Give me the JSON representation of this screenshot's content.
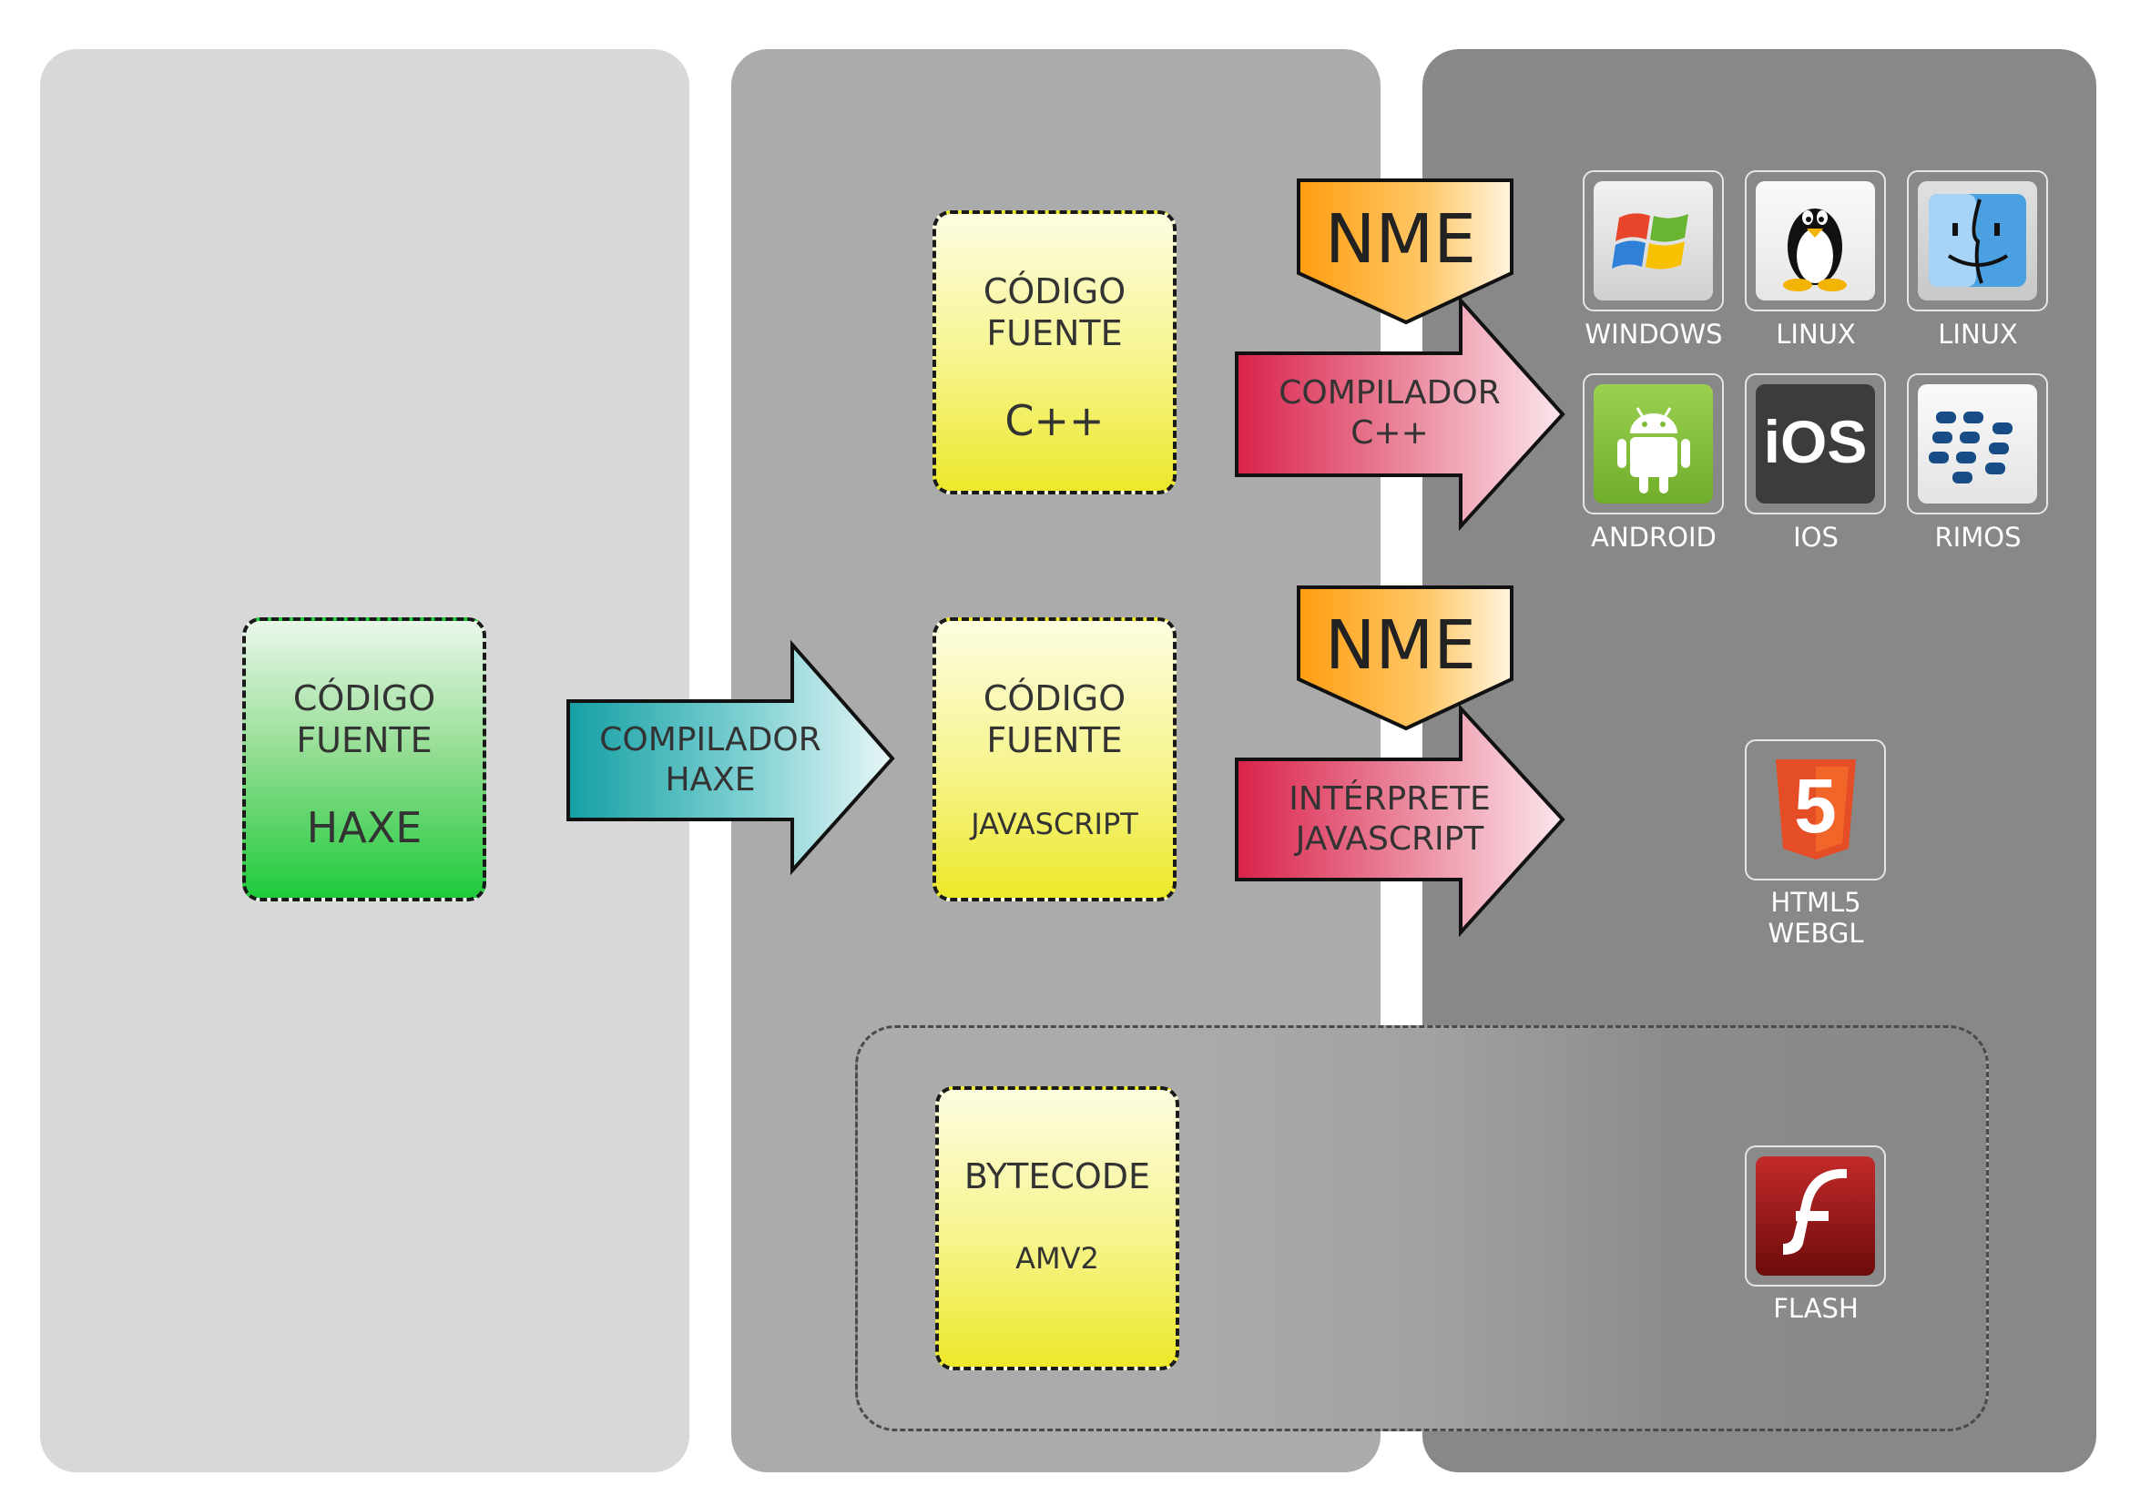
{
  "haxe_box": {
    "line1": "CÓDIGO",
    "line2": "FUENTE",
    "lang": "HAXE"
  },
  "compilador_haxe": {
    "line1": "COMPILADOR",
    "line2": "HAXE"
  },
  "cpp_box": {
    "line1": "CÓDIGO",
    "line2": "FUENTE",
    "lang": "C++"
  },
  "js_box": {
    "line1": "CÓDIGO",
    "line2": "FUENTE",
    "lang": "JAVASCRIPT"
  },
  "bytecode_box": {
    "line1": "BYTECODE",
    "lang": "AMV2"
  },
  "nme_top": "NME",
  "nme_mid": "NME",
  "compilador_cpp": {
    "line1": "COMPILADOR",
    "line2": "C++"
  },
  "interprete_js": {
    "line1": "INTÉRPRETE",
    "line2": "JAVASCRIPT"
  },
  "platforms": {
    "windows": "WINDOWS",
    "linux": "LINUX",
    "mac": "LINUX",
    "android": "ANDROID",
    "ios": "IOS",
    "rim": "RIMOS",
    "html5_line1": "HTML5",
    "html5_line2": "WEBGL",
    "flash": "FLASH"
  },
  "icons": {
    "windows": "windows-logo-icon",
    "linux": "tux-penguin-icon",
    "mac": "mac-finder-icon",
    "android": "android-robot-icon",
    "ios": "ios-text-icon",
    "rim": "blackberry-logo-icon",
    "html5": "html5-shield-icon",
    "flash": "flash-player-icon"
  },
  "ios_glyph": "iOS",
  "html5_glyph": "5"
}
